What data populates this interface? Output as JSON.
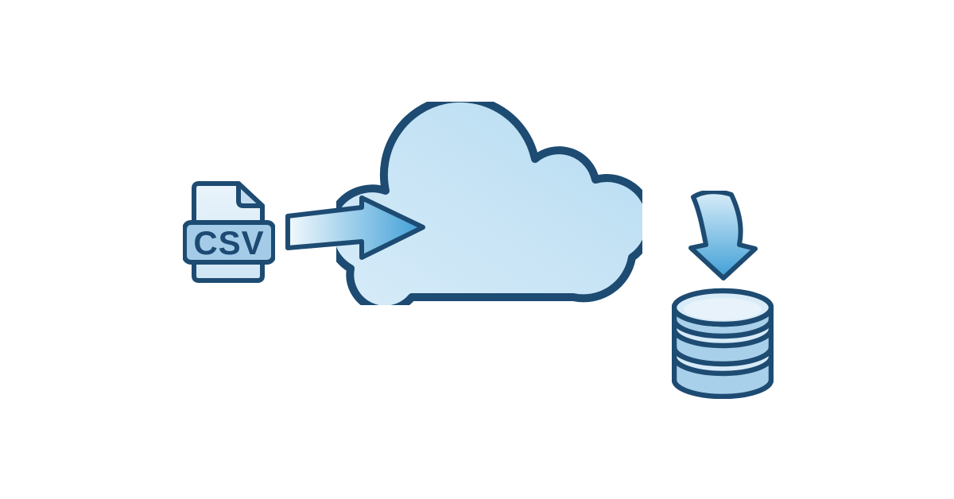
{
  "title": "CSV file upload to cloud database diagram",
  "background_color": "#ffffff",
  "colors": {
    "outline": "#1d4b72",
    "label_text": "#1d4a73",
    "file_fill_top": "#eaf4fb",
    "file_fill_bottom": "#cfe5f4",
    "file_fold": "#c3ddf0",
    "label_band_fill": "#a4cce9",
    "cloud_fill_light": "#d7ebf8",
    "cloud_fill_dark": "#b6dcf2",
    "arrow_gradient_start": "#f2f9fd",
    "arrow_gradient_end": "#3f9fd7",
    "down_arrow_gradient_start": "#d9edf9",
    "down_arrow_gradient_end": "#3f9fd6",
    "db_body_fill": "#a9d0ea",
    "db_top_fill": "#d8ebf8",
    "db_top_highlight": "#e7f2fa",
    "db_band_fill": "#d6eaf7"
  },
  "nodes": {
    "csv_file": {
      "label": "CSV",
      "icon": "csv-file-icon"
    },
    "cloud": {
      "icon": "cloud-icon"
    },
    "database": {
      "icon": "database-icon"
    }
  },
  "connectors": {
    "upload_arrow": {
      "icon": "arrow-right-icon",
      "direction": "right",
      "from": "csv_file",
      "to": "cloud"
    },
    "store_arrow": {
      "icon": "arrow-down-icon",
      "direction": "down",
      "from": "cloud",
      "to": "database"
    }
  }
}
